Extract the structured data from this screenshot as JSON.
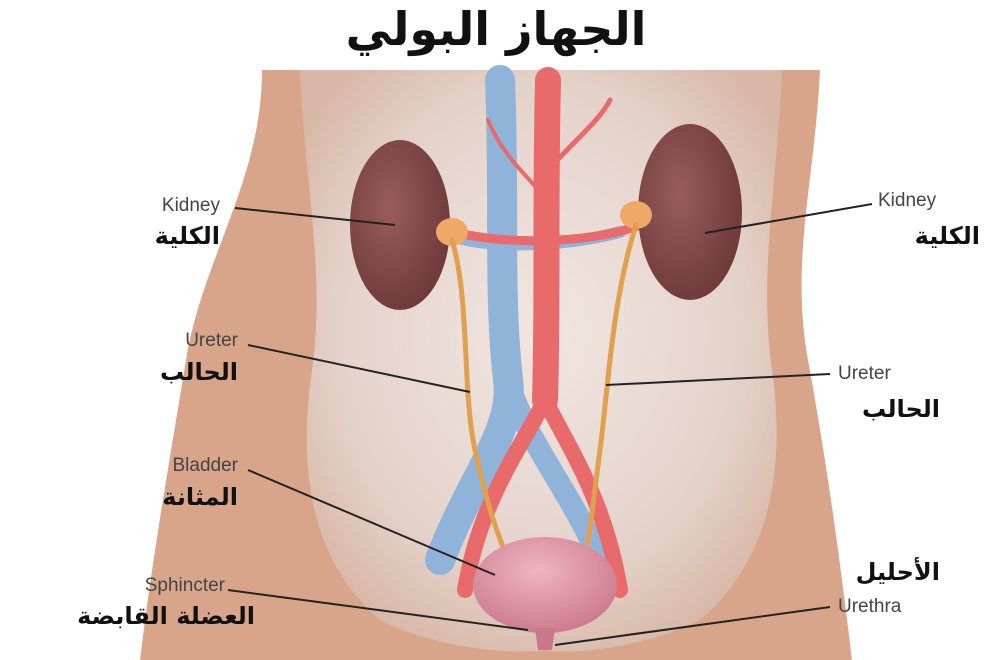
{
  "title": "الجهاز البولي",
  "labels": {
    "kidney_left": {
      "en": "Kidney",
      "ar": "الكلية"
    },
    "kidney_right": {
      "en": "Kidney",
      "ar": "الكلية"
    },
    "ureter_left": {
      "en": "Ureter",
      "ar": "الحالب"
    },
    "ureter_right": {
      "en": "Ureter",
      "ar": "الحالب"
    },
    "bladder": {
      "en": "Bladder",
      "ar": "المثانة"
    },
    "sphincter": {
      "en": "Sphincter",
      "ar": "العضلة القابضة"
    },
    "urethra": {
      "en": "Urethra",
      "ar": "الأحليل"
    }
  },
  "colors": {
    "skin": "#d9a58a",
    "body_inner": "#e7d7d0",
    "kidney": "#7a4545",
    "artery": "#e86a6a",
    "vein": "#8fb3d9",
    "ureter": "#e0a050",
    "bladder": "#dc8fa0",
    "leader_line": "#222222"
  }
}
